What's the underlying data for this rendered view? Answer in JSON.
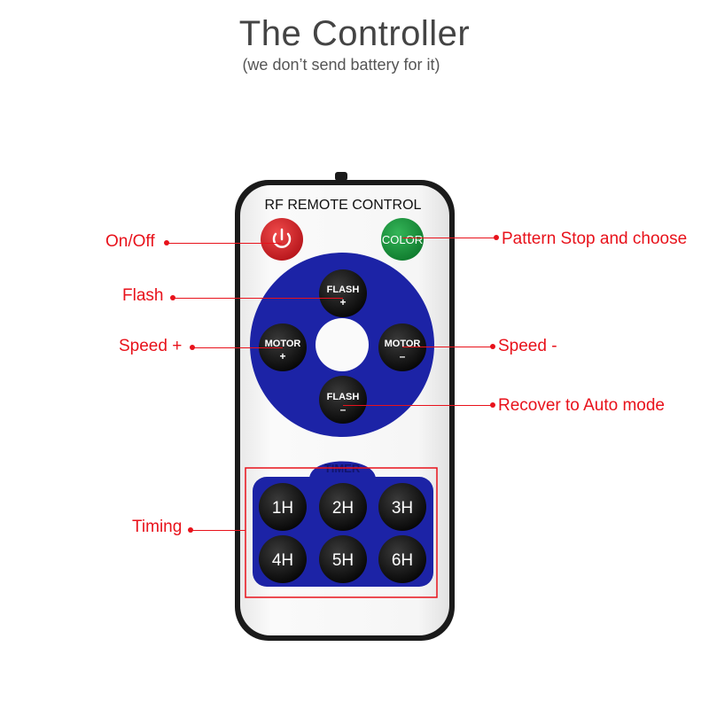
{
  "header": {
    "title": "The Controller",
    "subtitle": "(we don’t send battery for it)"
  },
  "remote": {
    "brand_label": "RF REMOTE CONTROL",
    "buttons": {
      "power": "power",
      "color": "COLOR",
      "flash_plus": [
        "FLASH",
        "+"
      ],
      "motor_plus": [
        "MOTOR",
        "+"
      ],
      "motor_minus": [
        "MOTOR",
        "–"
      ],
      "flash_minus": [
        "FLASH",
        "–"
      ]
    },
    "timer_label": "TIMER",
    "timer_buttons": [
      "1H",
      "2H",
      "3H",
      "4H",
      "5H",
      "6H"
    ],
    "colors": {
      "body": "#f4f4f4",
      "border": "#1a1a1a",
      "blue": "#1c23a6",
      "power": "#d41f22",
      "color_button": "#18933c",
      "key": "#111111"
    }
  },
  "callouts": {
    "on_off": "On/Off",
    "pattern": "Pattern Stop and choose",
    "flash": "Flash",
    "speed_plus": "Speed +",
    "speed_minus": "Speed -",
    "recover": "Recover to Auto mode",
    "timing": "Timing",
    "accent": "#e8121b"
  }
}
